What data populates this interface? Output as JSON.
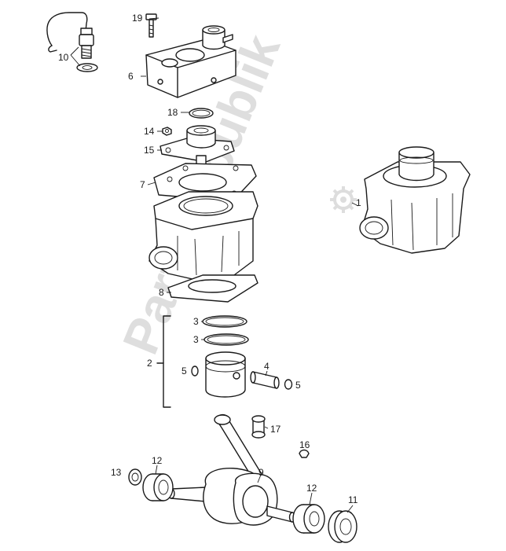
{
  "watermark": {
    "text": "PartsRepublik",
    "icon": "gear-icon"
  },
  "labels": {
    "l1": "1",
    "l2": "2",
    "l3a": "3",
    "l3b": "3",
    "l4": "4",
    "l5a": "5",
    "l5b": "5",
    "l6": "6",
    "l7": "7",
    "l8": "8",
    "l9": "9",
    "l10": "10",
    "l11": "11",
    "l12a": "12",
    "l12b": "12",
    "l13": "13",
    "l14": "14",
    "l15": "15",
    "l16": "16",
    "l17": "17",
    "l18": "18",
    "l19": "19"
  }
}
